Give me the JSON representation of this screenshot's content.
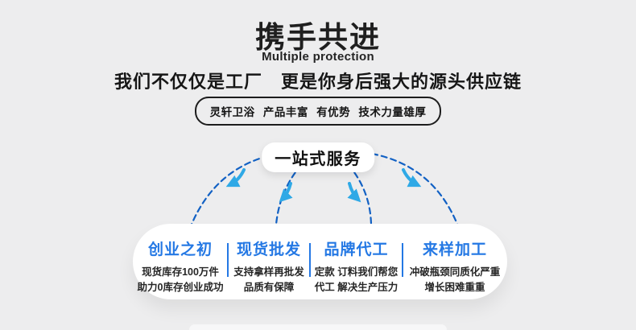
{
  "header": {
    "title": "携手共进",
    "subtitle": "Multiple protection",
    "tagline": "我们不仅仅是工厂　更是你身后强大的源头供应链",
    "badge": "灵轩卫浴 产品丰富 有优势 技术力量雄厚"
  },
  "service": {
    "pill_label": "一站式服务"
  },
  "columns": [
    {
      "title": "创业之初",
      "line1": "现货库存100万件",
      "line2": "助力0库存创业成功"
    },
    {
      "title": "现货批发",
      "line1": "支持拿样再批发",
      "line2": "品质有保障"
    },
    {
      "title": "品牌代工",
      "line1": "定款 订料我们帮您",
      "line2": "代工 解决生产压力"
    },
    {
      "title": "来样加工",
      "line1": "冲破瓶颈同质化严重",
      "line2": "增长困难重重"
    }
  ],
  "colors": {
    "background": "#ededee",
    "accent_blue": "#2478e4",
    "arc_dashed_blue": "#1261c4",
    "arrow_light_blue": "#2fa9e6",
    "text_dark": "#1f1f1f"
  },
  "icons": {
    "curved_arrow": "curved swoosh arrow pointing outward/downward",
    "dashed_arc": "dashed curved connector line"
  }
}
